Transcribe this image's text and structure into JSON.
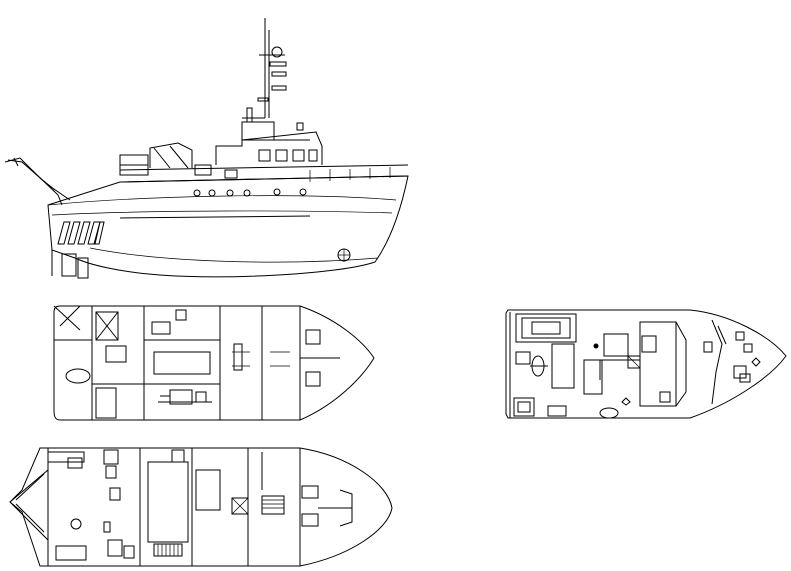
{
  "drawing": {
    "subject": "fishing-vessel-general-arrangement",
    "views": [
      "side-elevation",
      "main-deck-plan",
      "upper-deck-plan",
      "lower-deck-plan"
    ]
  }
}
